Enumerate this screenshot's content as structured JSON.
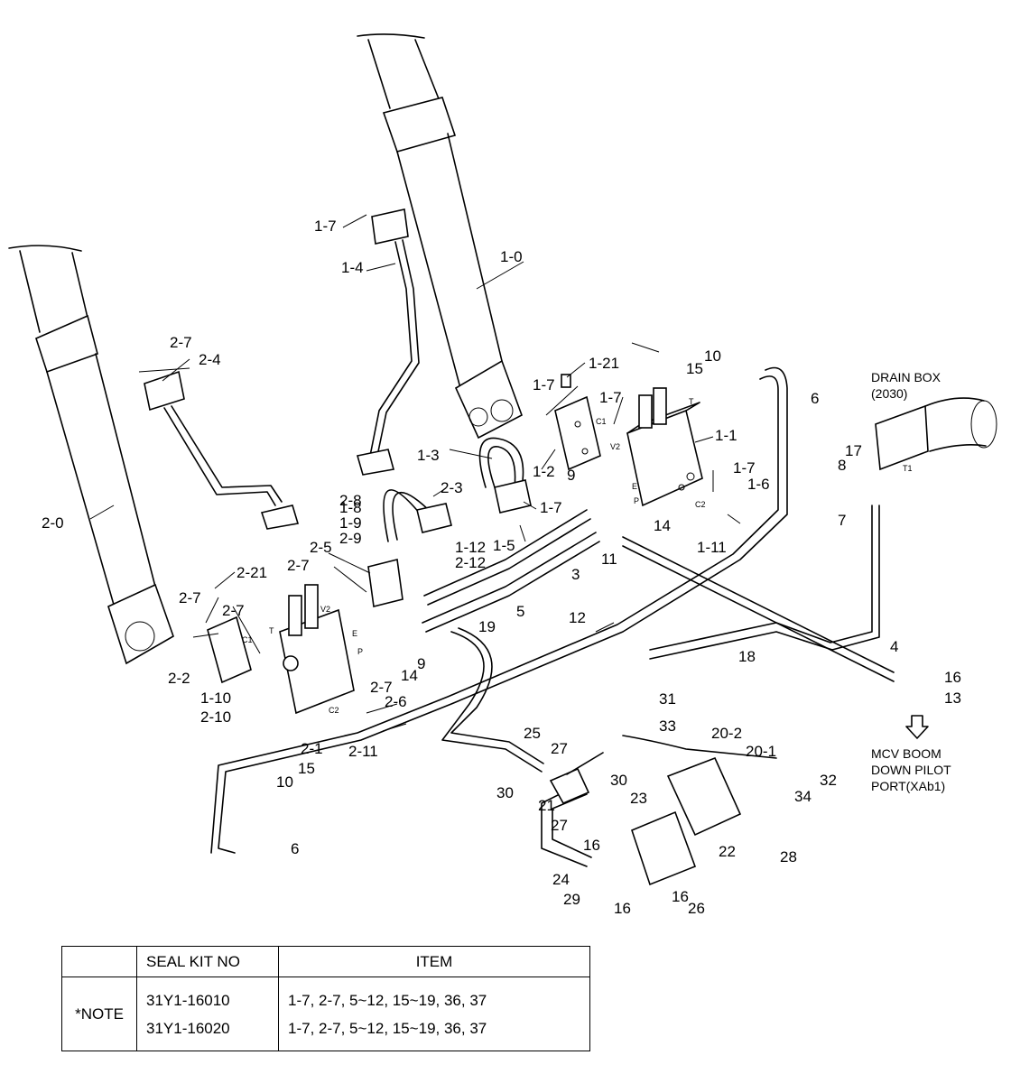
{
  "callouts": {
    "c1_0": "1-0",
    "c1_1": "1-1",
    "c1_2": "1-2",
    "c1_3": "1-3",
    "c1_4": "1-4",
    "c1_5": "1-5",
    "c1_6": "1-6",
    "c1_7a": "1-7",
    "c1_7b": "1-7",
    "c1_7c": "1-7",
    "c1_7d": "1-7",
    "c1_7e": "1-7",
    "c1_8": "1-8",
    "c1_9": "1-9",
    "c1_10": "1-10",
    "c1_11": "1-11",
    "c1_12": "1-12",
    "c1_21": "1-21",
    "c2_0": "2-0",
    "c2_1": "2-1",
    "c2_2": "2-2",
    "c2_3": "2-3",
    "c2_4": "2-4",
    "c2_5": "2-5",
    "c2_6": "2-6",
    "c2_7a": "2-7",
    "c2_7b": "2-7",
    "c2_7c": "2-7",
    "c2_7d": "2-7",
    "c2_7e": "2-7",
    "c2_8": "2-8",
    "c2_9": "2-9",
    "c2_10": "2-10",
    "c2_11": "2-11",
    "c2_12": "2-12",
    "c2_21": "2-21",
    "c3": "3",
    "c4": "4",
    "c5": "5",
    "c6a": "6",
    "c6b": "6",
    "c7": "7",
    "c8": "8",
    "c9a": "9",
    "c9b": "9",
    "c10a": "10",
    "c10b": "10",
    "c11": "11",
    "c12": "12",
    "c13": "13",
    "c14a": "14",
    "c14b": "14",
    "c15a": "15",
    "c15b": "15",
    "c16a": "16",
    "c16b": "16",
    "c16c": "16",
    "c16d": "16",
    "c17": "17",
    "c18": "18",
    "c19": "19",
    "c20_1": "20-1",
    "c20_2": "20-2",
    "c21": "21",
    "c22": "22",
    "c23": "23",
    "c24": "24",
    "c25": "25",
    "c26": "26",
    "c27a": "27",
    "c27b": "27",
    "c28": "28",
    "c29": "29",
    "c30a": "30",
    "c30b": "30",
    "c31": "31",
    "c32": "32",
    "c33": "33",
    "c34": "34"
  },
  "port_marks": {
    "t_right": "T",
    "c1_right": "C1",
    "v2_right": "V2",
    "e_right": "E",
    "p_right": "P",
    "c2_right": "C2",
    "t_left": "T",
    "c1_left": "C1",
    "v2_left": "V2",
    "e_left": "E",
    "p_left": "P",
    "c2_left": "C2",
    "t1_drain": "T1"
  },
  "drain_box": {
    "title": "DRAIN BOX",
    "code": "(2030)"
  },
  "mcv_note": {
    "line1": "MCV BOOM",
    "line2": "DOWN PILOT",
    "line3": "PORT(XAb1)"
  },
  "seal_table": {
    "header": {
      "col1": "",
      "col2": "SEAL KIT NO",
      "col3": "ITEM"
    },
    "note_label": "*NOTE",
    "rows": [
      {
        "kit": "31Y1-16010",
        "items": "1-7, 2-7, 5~12, 15~19, 36, 37"
      },
      {
        "kit": "31Y1-16020",
        "items": "1-7, 2-7, 5~12, 15~19, 36, 37"
      }
    ]
  }
}
